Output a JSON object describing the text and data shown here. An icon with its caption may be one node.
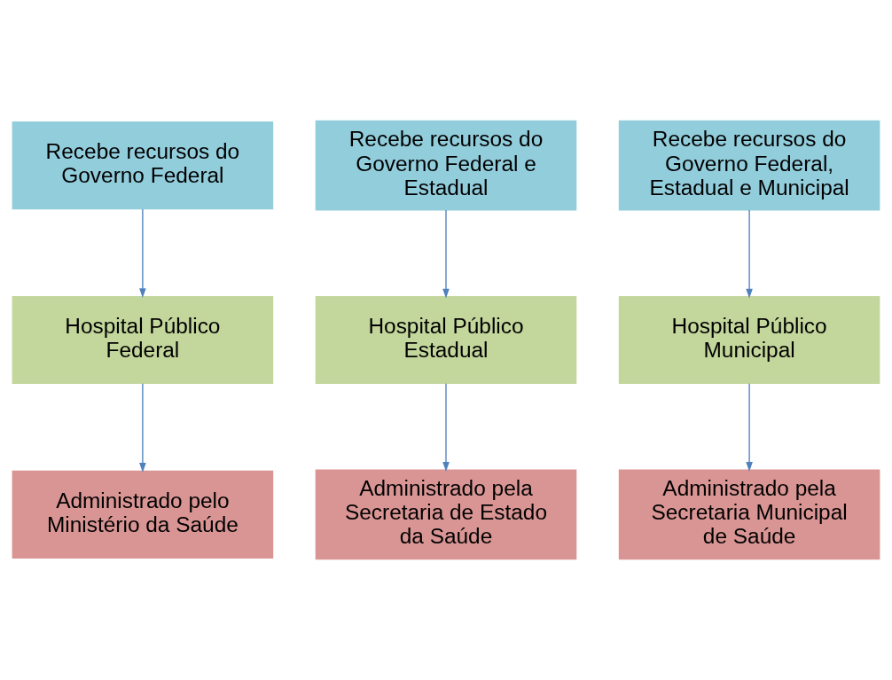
{
  "diagram": {
    "nodes": [
      {
        "text": [
          "Recebe recursos do Governo Federal"
        ]
      },
      {
        "text": [
          "Recebe recursos do Governo Federal e Estadual"
        ]
      },
      {
        "text": [
          "Recebe recursos do Governo Federal, Estadual e Municipal"
        ]
      },
      {
        "text": [
          "Hospital Público Federal"
        ]
      },
      {
        "text": [
          "Hospital Público Estadual"
        ]
      },
      {
        "text": [
          "Hospital Público Municipal"
        ]
      },
      {
        "text": [
          "Administrado pelo Ministério da Saúde"
        ]
      },
      {
        "text": [
          "Administrado pela Secretaria de Estado da Saúde"
        ]
      },
      {
        "text": [
          "Administrado pela Secretaria Municipal de Saúde"
        ]
      }
    ],
    "edges": [
      {
        "from": 0,
        "to": 3,
        "arrow": "to"
      },
      {
        "from": 3,
        "to": 6,
        "arrow": "to"
      },
      {
        "from": 1,
        "to": 4,
        "arrow": "to"
      },
      {
        "from": 4,
        "to": 7,
        "arrow": "to"
      },
      {
        "from": 2,
        "to": 5,
        "arrow": "to"
      },
      {
        "from": 5,
        "to": 8,
        "arrow": "to"
      }
    ]
  }
}
